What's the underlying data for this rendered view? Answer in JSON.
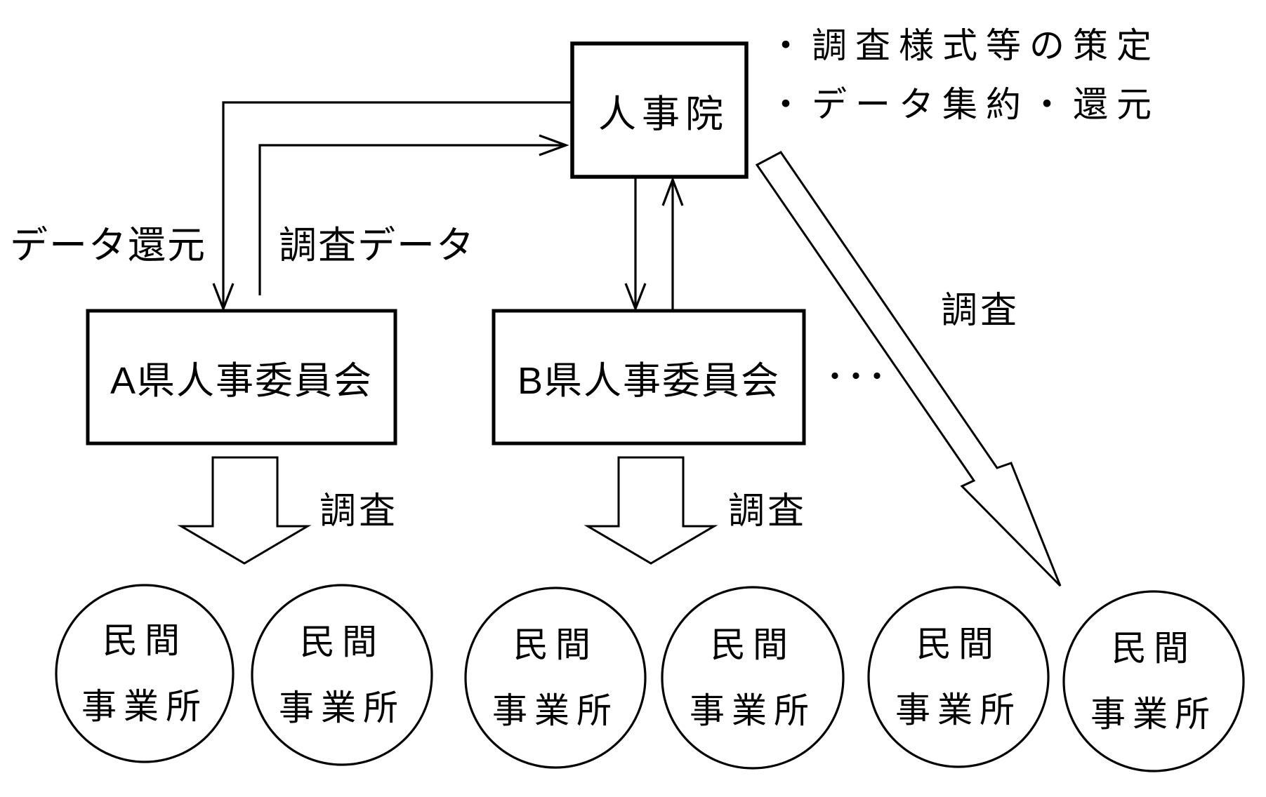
{
  "page": {
    "background": "#ffffff",
    "ink": "#000000"
  },
  "authority": {
    "label": "人事院",
    "notes": [
      {
        "text": "・調査様式等の策定"
      },
      {
        "text": "・データ集約・還元"
      }
    ]
  },
  "committees": [
    {
      "label": "A県人事委員会"
    },
    {
      "label": "B県人事委員会"
    }
  ],
  "ellipsis": "・・・",
  "flow_labels": {
    "data_return": "データ還元",
    "survey_data": "調査データ",
    "survey_from_a": "調査",
    "survey_from_b": "調査",
    "survey_direct": "調査"
  },
  "establishments": [
    {
      "line1": "民間",
      "line2": "事業所"
    },
    {
      "line1": "民間",
      "line2": "事業所"
    },
    {
      "line1": "民間",
      "line2": "事業所"
    },
    {
      "line1": "民間",
      "line2": "事業所"
    },
    {
      "line1": "民間",
      "line2": "事業所"
    },
    {
      "line1": "民間",
      "line2": "事業所"
    }
  ]
}
